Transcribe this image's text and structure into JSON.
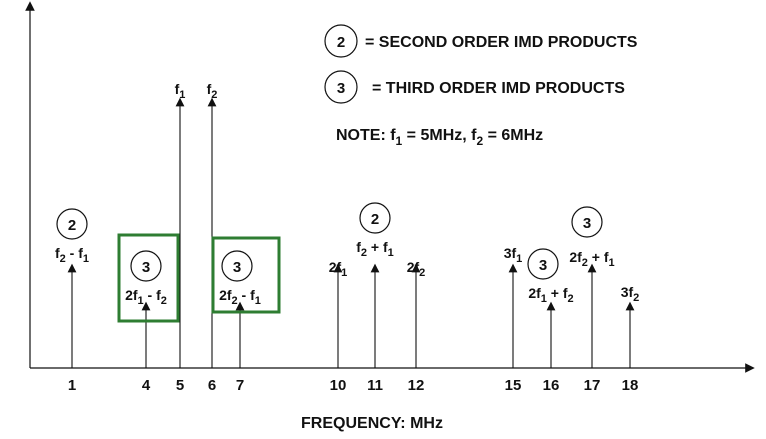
{
  "diagram": {
    "x_axis": {
      "title": "FREQUENCY: MHz",
      "ticks": [
        "1",
        "4",
        "5",
        "6",
        "7",
        "10",
        "11",
        "12",
        "15",
        "16",
        "17",
        "18"
      ]
    },
    "legend": {
      "second_symbol": "2",
      "second_text": "= SECOND ORDER IMD PRODUCTS",
      "third_symbol": "3",
      "third_text": "= THIRD ORDER IMD PRODUCTS",
      "note_prefix": "NOTE:  f",
      "note_sub1": "1",
      "note_mid": " = 5MHz, f",
      "note_sub2": "2",
      "note_suffix": " = 6MHz"
    },
    "colors": {
      "box": "#2e7d32",
      "ink": "#111111"
    },
    "lines": [
      {
        "freq": 1,
        "level": "medium",
        "label_main": "f",
        "sub1": "2",
        "mid": " - f",
        "sub2": "1",
        "order": "2"
      },
      {
        "freq": 4,
        "level": "low",
        "label_main": "2f",
        "sub1": "1",
        "mid": " - f",
        "sub2": "2",
        "order": "3",
        "boxed": true
      },
      {
        "freq": 5,
        "level": "tall",
        "label_main": "f",
        "sub1": "1",
        "mid": "",
        "sub2": ""
      },
      {
        "freq": 6,
        "level": "tall",
        "label_main": "f",
        "sub1": "2",
        "mid": "",
        "sub2": ""
      },
      {
        "freq": 7,
        "level": "low",
        "label_main": "2f",
        "sub1": "2",
        "mid": " - f",
        "sub2": "1",
        "order": "3",
        "boxed": true
      },
      {
        "freq": 10,
        "level": "medium",
        "label_main": "2f",
        "sub1": "1",
        "mid": "",
        "sub2": ""
      },
      {
        "freq": 11,
        "level": "medium",
        "label_main": "f",
        "sub1": "2",
        "mid": " + f",
        "sub2": "1",
        "order": "2"
      },
      {
        "freq": 12,
        "level": "medium",
        "label_main": "2f",
        "sub1": "2",
        "mid": "",
        "sub2": ""
      },
      {
        "freq": 15,
        "level": "medium",
        "label_main": "3f",
        "sub1": "1",
        "mid": "",
        "sub2": ""
      },
      {
        "freq": 16,
        "level": "low",
        "label_main": "2f",
        "sub1": "1",
        "mid": " + f",
        "sub2": "2",
        "order": "3"
      },
      {
        "freq": 17,
        "level": "medium",
        "label_main": "2f",
        "sub1": "2",
        "mid": " + f",
        "sub2": "1",
        "order": "3"
      },
      {
        "freq": 18,
        "level": "low",
        "label_main": "3f",
        "sub1": "2",
        "mid": "",
        "sub2": ""
      }
    ]
  }
}
